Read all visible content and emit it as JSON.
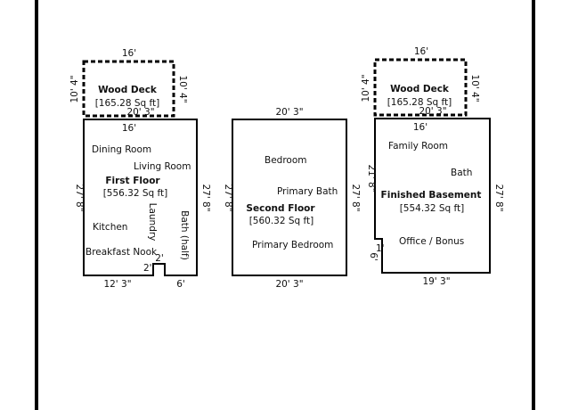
{
  "deck_left": {
    "name": "Wood Deck",
    "area": "[165.28 Sq ft]",
    "dim_top": "16'",
    "dim_left": "10' 4\"",
    "dim_right": "10' 4\"",
    "dim_bottom": "20' 3\""
  },
  "first_floor": {
    "name": "First Floor",
    "area": "[556.32 Sq ft]",
    "dim_top": "16'",
    "dim_left": "27' 8\"",
    "dim_right": "27' 8\"",
    "dim_bottom_left": "12' 3\"",
    "dim_bottom_right": "6'",
    "notch_w": "2'",
    "notch_h": "2'",
    "rooms": {
      "dining": "Dining Room",
      "living": "Living Room",
      "kitchen": "Kitchen",
      "laundry": "Laundry",
      "breakfast": "Breakfast Nook",
      "bath": "Bath (half)"
    }
  },
  "second_floor": {
    "name": "Second Floor",
    "area": "[560.32 Sq ft]",
    "dim_top": "20' 3\"",
    "dim_left": "27' 8\"",
    "dim_right": "27' 8\"",
    "dim_bottom": "20' 3\"",
    "rooms": {
      "bedroom": "Bedroom",
      "primary_bath": "Primary Bath",
      "primary_bedroom": "Primary Bedroom"
    }
  },
  "deck_right": {
    "name": "Wood Deck",
    "area": "[165.28 Sq ft]",
    "dim_top": "16'",
    "dim_left": "10' 4\"",
    "dim_right": "10' 4\"",
    "dim_bottom": "20' 3\""
  },
  "basement": {
    "name": "Finished Basement",
    "area": "[554.32 Sq ft]",
    "dim_top": "16'",
    "dim_left": "21' 8\"",
    "dim_right": "27' 8\"",
    "dim_bottom": "19' 3\"",
    "step_w": "1'",
    "step_h": "6'",
    "rooms": {
      "family": "Family Room",
      "bath": "Bath",
      "office": "Office / Bonus"
    }
  }
}
